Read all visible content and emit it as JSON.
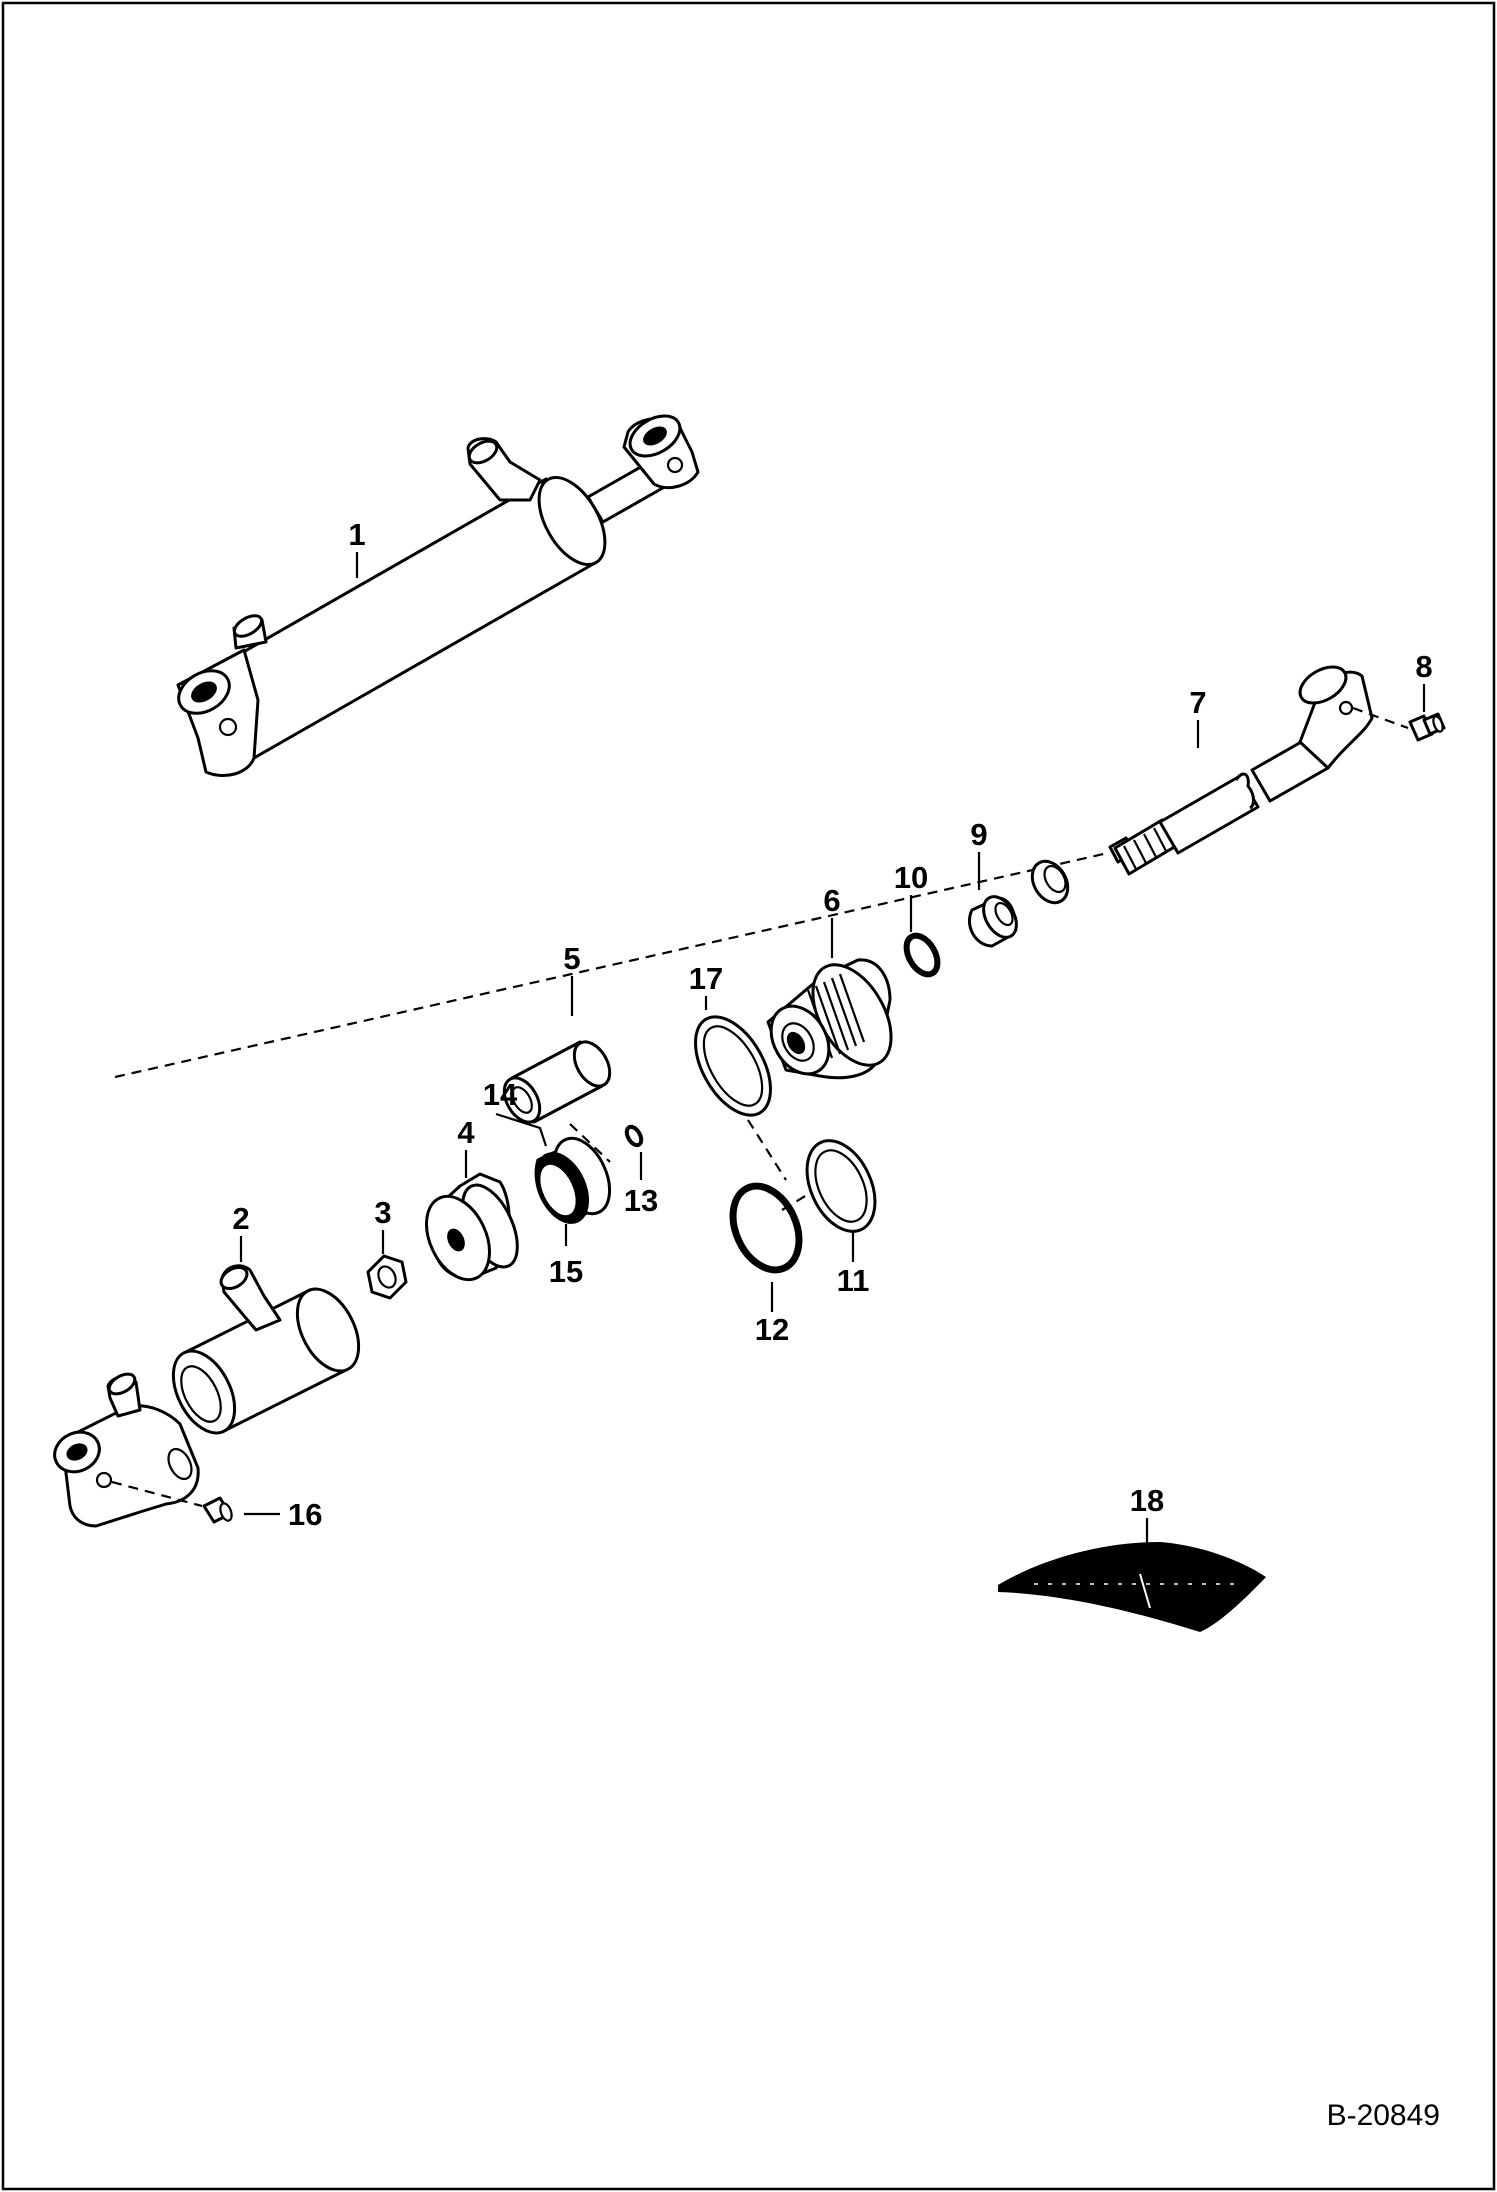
{
  "diagram": {
    "callouts": [
      "1",
      "2",
      "3",
      "4",
      "5",
      "6",
      "7",
      "8",
      "9",
      "10",
      "11",
      "12",
      "13",
      "14",
      "15",
      "16",
      "17",
      "18"
    ],
    "drawing_number": "B-20849"
  }
}
